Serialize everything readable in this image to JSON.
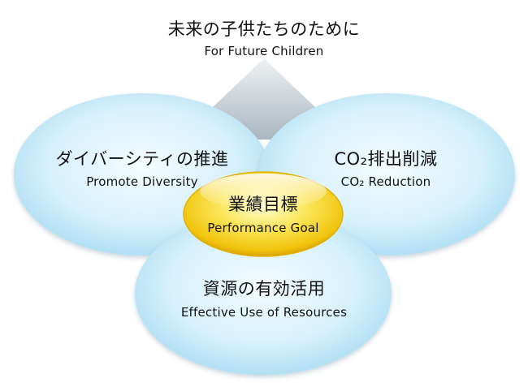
{
  "top": {
    "jp": "未来の子供たちのために",
    "en": "For Future Children"
  },
  "left": {
    "jp": "ダイバーシティの推進",
    "en": "Promote Diversity"
  },
  "right": {
    "jp": "CO₂排出削減",
    "en": "CO₂ Reduction"
  },
  "bottom": {
    "jp": "資源の有効活用",
    "en": "Effective Use of Resources"
  },
  "center": {
    "jp": "業績目標",
    "en": "Performance Goal"
  },
  "colors": {
    "ellipse_light": "#f2fbff",
    "ellipse_mid": "#cfeefb",
    "ellipse_edge": "#9fd6f0",
    "triangle": "#b9c4cc",
    "gold_light": "#fff7a8",
    "gold_mid": "#f6d51a",
    "gold_dark": "#d49a00"
  }
}
